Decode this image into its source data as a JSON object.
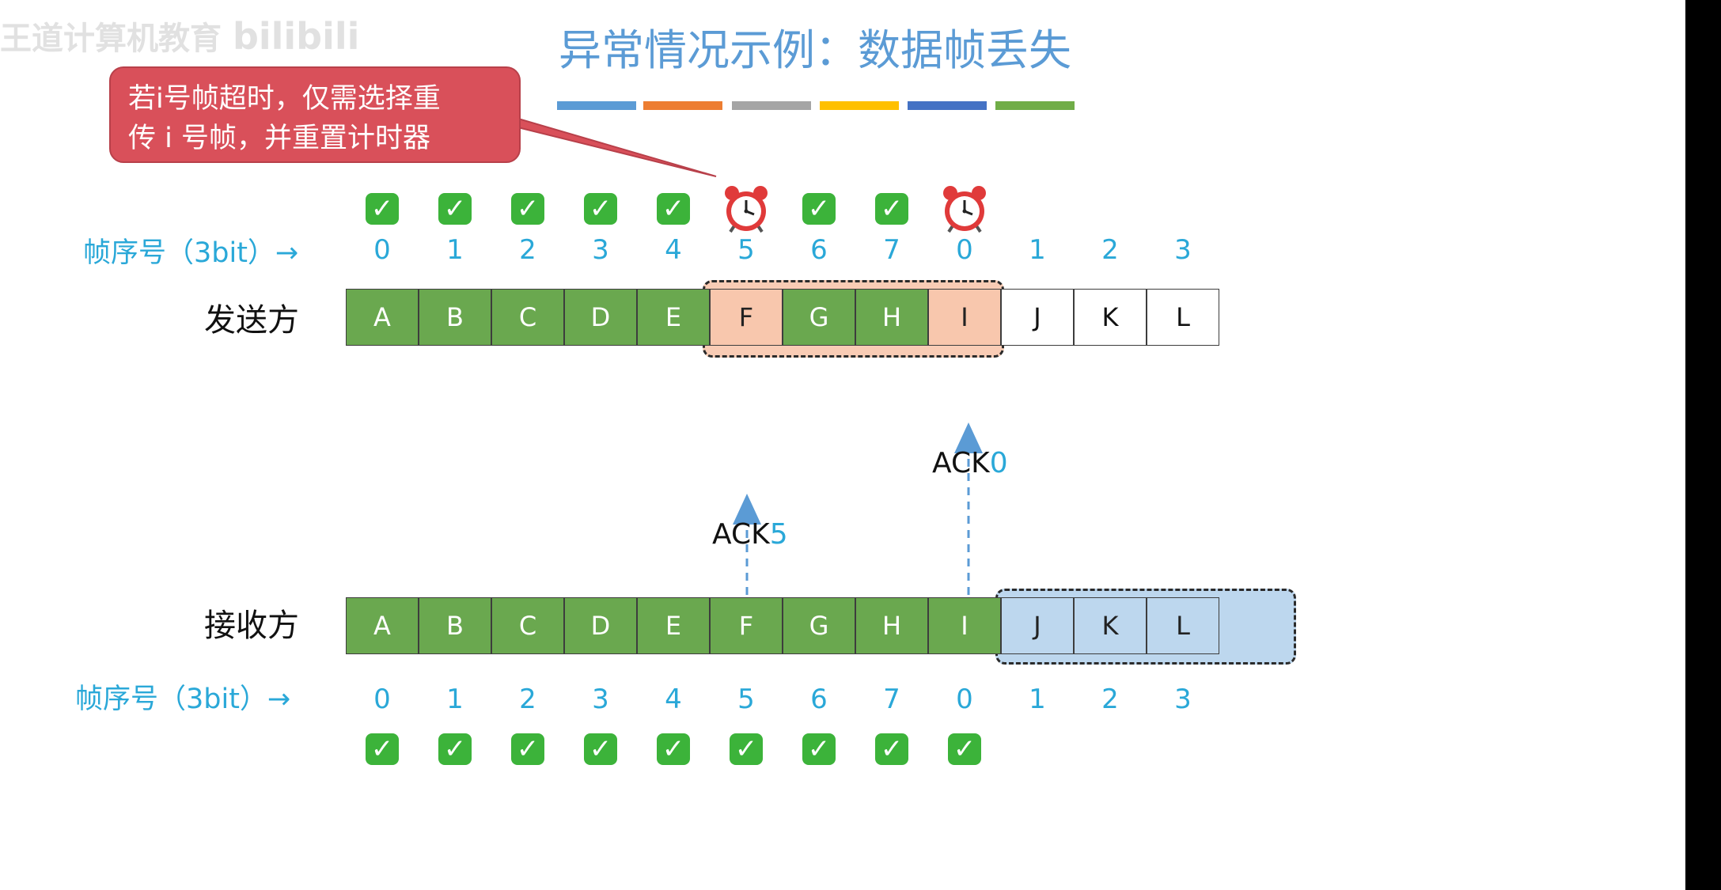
{
  "watermark": {
    "text": "王道计算机教育",
    "brand": "bilibili"
  },
  "title": "异常情况示例：数据帧丢失",
  "color_bars": [
    "#5b9bd5",
    "#ed7d31",
    "#a5a5a5",
    "#ffc000",
    "#4472c4",
    "#70ad47"
  ],
  "callout": {
    "line1": "若i号帧超时，仅需选择重",
    "line2": "传 i 号帧，并重置计时器"
  },
  "sender": {
    "label": "发送方",
    "seq_label": "帧序号（3bit）→",
    "seq": [
      "0",
      "1",
      "2",
      "3",
      "4",
      "5",
      "6",
      "7",
      "0",
      "1",
      "2",
      "3"
    ],
    "frames": [
      "A",
      "B",
      "C",
      "D",
      "E",
      "F",
      "G",
      "H",
      "I",
      "J",
      "K",
      "L"
    ],
    "status": [
      "check",
      "check",
      "check",
      "check",
      "check",
      "alarm",
      "check",
      "check",
      "alarm",
      "",
      "",
      ""
    ],
    "frame_state": [
      "green",
      "green",
      "green",
      "green",
      "green",
      "pink",
      "green",
      "green",
      "pink",
      "white",
      "white",
      "white"
    ]
  },
  "receiver": {
    "label": "接收方",
    "seq_label": "帧序号（3bit）→",
    "seq": [
      "0",
      "1",
      "2",
      "3",
      "4",
      "5",
      "6",
      "7",
      "0",
      "1",
      "2",
      "3"
    ],
    "frames": [
      "A",
      "B",
      "C",
      "D",
      "E",
      "F",
      "G",
      "H",
      "I",
      "J",
      "K",
      "L"
    ],
    "status": [
      "check",
      "check",
      "check",
      "check",
      "check",
      "check",
      "check",
      "check",
      "check",
      "",
      "",
      ""
    ],
    "frame_state": [
      "green",
      "green",
      "green",
      "green",
      "green",
      "green",
      "green",
      "green",
      "green",
      "blue",
      "blue",
      "blue"
    ]
  },
  "acks": [
    {
      "prefix": "ACK",
      "num": "5"
    },
    {
      "prefix": "ACK",
      "num": "0"
    }
  ],
  "icons": {
    "check": "check-mark-icon",
    "alarm": "alarm-clock-icon"
  },
  "colors": {
    "frame_green": "#6aa84f",
    "frame_pink": "#f8c7ad",
    "frame_blue": "#bdd7ee",
    "accent_cyan": "#2aa8d8",
    "title_blue": "#5b9bd5",
    "callout_red": "#d9505a"
  }
}
